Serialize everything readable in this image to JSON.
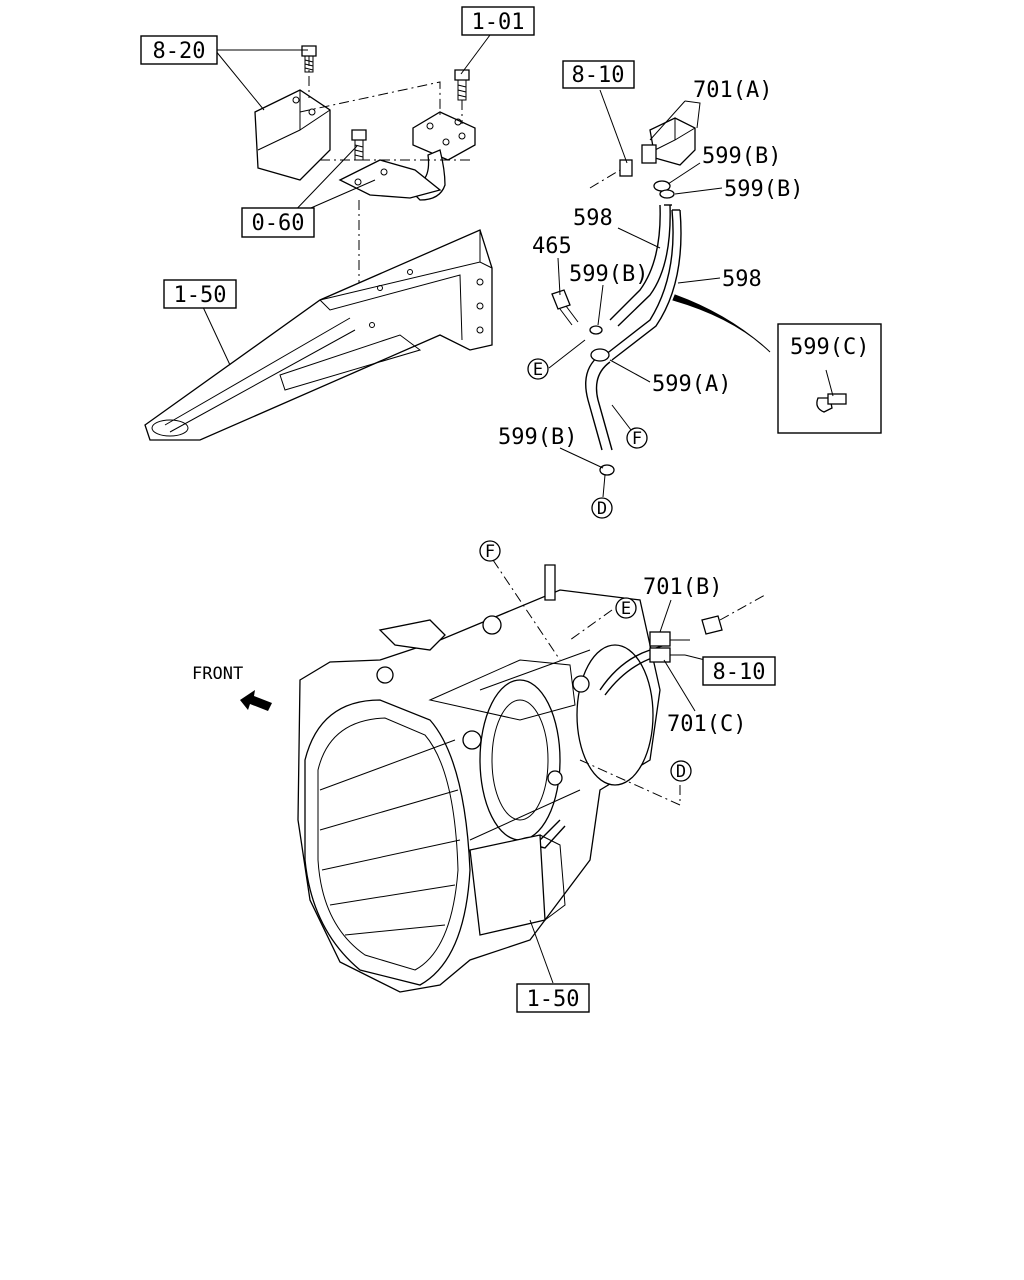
{
  "labels": {
    "ref_8_20": "8-20",
    "ref_1_01": "1-01",
    "ref_8_10_top": "8-10",
    "ref_0_60": "0-60",
    "ref_1_50_top": "1-50",
    "ref_8_10_bottom": "8-10",
    "ref_1_50_bottom": "1-50",
    "p701a": "701(A)",
    "p599b_1": "599(B)",
    "p599b_2": "599(B)",
    "p598_1": "598",
    "p598_2": "598",
    "p465": "465",
    "p599b_3": "599(B)",
    "p599c": "599(C)",
    "p599a": "599(A)",
    "p599b_4": "599(B)",
    "p701b": "701(B)",
    "p701c": "701(C)",
    "front": "FRONT"
  },
  "markers": {
    "e1": "E",
    "f1": "F",
    "d1": "D",
    "f2": "F",
    "e2": "E",
    "d2": "D"
  }
}
